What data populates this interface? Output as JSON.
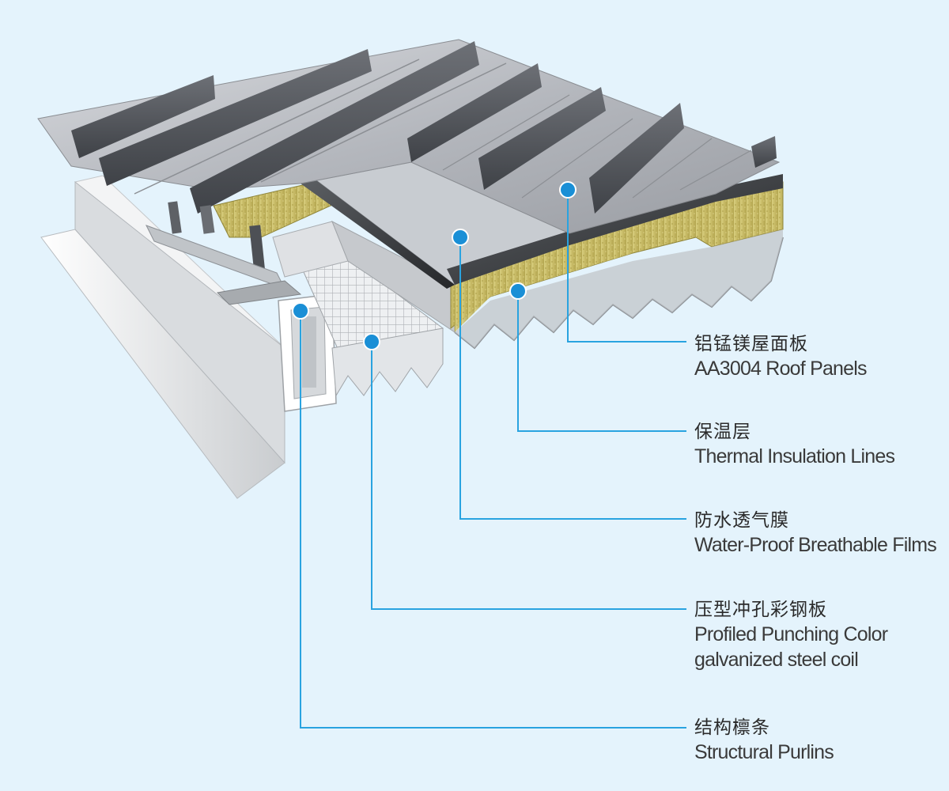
{
  "labels": {
    "roof_panels": {
      "zh": "铝锰镁屋面板",
      "en": "AA3004 Roof Panels"
    },
    "insulation": {
      "zh": "保温层",
      "en": "Thermal Insulation Lines"
    },
    "waterproof": {
      "zh": "防水透气膜",
      "en": "Water-Proof Breathable Films"
    },
    "profiled_sheet": {
      "zh": "压型冲孔彩钢板",
      "en_line1": "Profiled Punching Color",
      "en_line2": "galvanized steel coil"
    },
    "purlins": {
      "zh": "结构檩条",
      "en": "Structural Purlins"
    }
  },
  "colors": {
    "background": "#e4f3fc",
    "leader_line": "#29a3e0",
    "marker": "#1a8fd6",
    "insulation": "#c9bd6a",
    "membrane": "#3a3a3a",
    "panel": "#b9bcc2"
  }
}
